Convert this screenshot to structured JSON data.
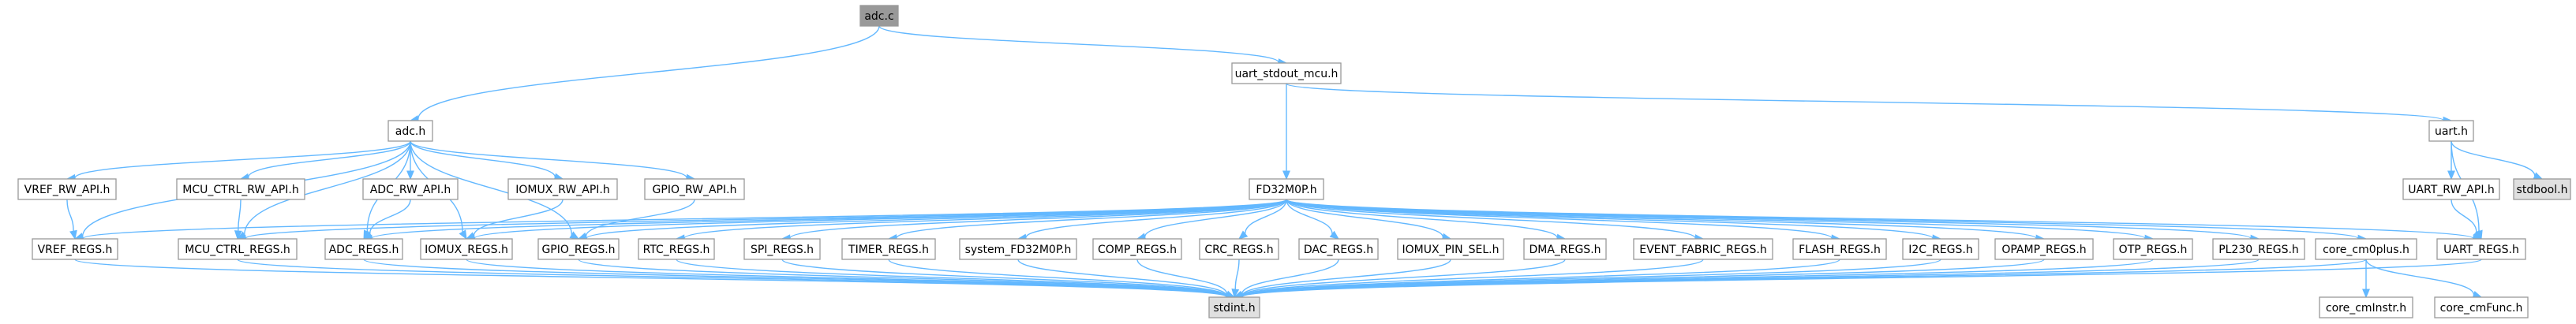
{
  "nodes": [
    {
      "id": "adc_c",
      "label": "adc.c",
      "style": "root"
    },
    {
      "id": "uart_stdout_mcu_h",
      "label": "uart_stdout_mcu.h",
      "style": "normal"
    },
    {
      "id": "adc_h",
      "label": "adc.h",
      "style": "normal"
    },
    {
      "id": "uart_h",
      "label": "uart.h",
      "style": "normal"
    },
    {
      "id": "vref_rw_api_h",
      "label": "VREF_RW_API.h",
      "style": "normal"
    },
    {
      "id": "mcu_ctrl_rw_api_h",
      "label": "MCU_CTRL_RW_API.h",
      "style": "normal"
    },
    {
      "id": "adc_rw_api_h",
      "label": "ADC_RW_API.h",
      "style": "normal"
    },
    {
      "id": "iomux_rw_api_h",
      "label": "IOMUX_RW_API.h",
      "style": "normal"
    },
    {
      "id": "gpio_rw_api_h",
      "label": "GPIO_RW_API.h",
      "style": "normal"
    },
    {
      "id": "fd32m0p_h",
      "label": "FD32M0P.h",
      "style": "normal"
    },
    {
      "id": "uart_rw_api_h",
      "label": "UART_RW_API.h",
      "style": "normal"
    },
    {
      "id": "stdbool_h",
      "label": "stdbool.h",
      "style": "missing"
    },
    {
      "id": "vref_regs_h",
      "label": "VREF_REGS.h",
      "style": "normal"
    },
    {
      "id": "mcu_ctrl_regs_h",
      "label": "MCU_CTRL_REGS.h",
      "style": "normal"
    },
    {
      "id": "adc_regs_h",
      "label": "ADC_REGS.h",
      "style": "normal"
    },
    {
      "id": "iomux_regs_h",
      "label": "IOMUX_REGS.h",
      "style": "normal"
    },
    {
      "id": "gpio_regs_h",
      "label": "GPIO_REGS.h",
      "style": "normal"
    },
    {
      "id": "rtc_regs_h",
      "label": "RTC_REGS.h",
      "style": "normal"
    },
    {
      "id": "spi_regs_h",
      "label": "SPI_REGS.h",
      "style": "normal"
    },
    {
      "id": "timer_regs_h",
      "label": "TIMER_REGS.h",
      "style": "normal"
    },
    {
      "id": "system_fd32m0p_h",
      "label": "system_FD32M0P.h",
      "style": "normal"
    },
    {
      "id": "comp_regs_h",
      "label": "COMP_REGS.h",
      "style": "normal"
    },
    {
      "id": "crc_regs_h",
      "label": "CRC_REGS.h",
      "style": "normal"
    },
    {
      "id": "dac_regs_h",
      "label": "DAC_REGS.h",
      "style": "normal"
    },
    {
      "id": "iomux_pin_sel_h",
      "label": "IOMUX_PIN_SEL.h",
      "style": "normal"
    },
    {
      "id": "dma_regs_h",
      "label": "DMA_REGS.h",
      "style": "normal"
    },
    {
      "id": "event_fabric_regs_h",
      "label": "EVENT_FABRIC_REGS.h",
      "style": "normal"
    },
    {
      "id": "flash_regs_h",
      "label": "FLASH_REGS.h",
      "style": "normal"
    },
    {
      "id": "i2c_regs_h",
      "label": "I2C_REGS.h",
      "style": "normal"
    },
    {
      "id": "opamp_regs_h",
      "label": "OPAMP_REGS.h",
      "style": "normal"
    },
    {
      "id": "otp_regs_h",
      "label": "OTP_REGS.h",
      "style": "normal"
    },
    {
      "id": "pl230_regs_h",
      "label": "PL230_REGS.h",
      "style": "normal"
    },
    {
      "id": "core_cm0plus_h",
      "label": "core_cm0plus.h",
      "style": "normal"
    },
    {
      "id": "uart_regs_h",
      "label": "UART_REGS.h",
      "style": "normal"
    },
    {
      "id": "stdint_h",
      "label": "stdint.h",
      "style": "missing"
    },
    {
      "id": "core_cminstr_h",
      "label": "core_cmInstr.h",
      "style": "normal"
    },
    {
      "id": "core_cmfunc_h",
      "label": "core_cmFunc.h",
      "style": "normal"
    }
  ],
  "edges": [
    [
      "adc_c",
      "adc_h"
    ],
    [
      "adc_c",
      "uart_stdout_mcu_h"
    ],
    [
      "uart_stdout_mcu_h",
      "fd32m0p_h"
    ],
    [
      "uart_stdout_mcu_h",
      "uart_h"
    ],
    [
      "adc_h",
      "vref_rw_api_h"
    ],
    [
      "adc_h",
      "mcu_ctrl_rw_api_h"
    ],
    [
      "adc_h",
      "adc_rw_api_h"
    ],
    [
      "adc_h",
      "iomux_rw_api_h"
    ],
    [
      "adc_h",
      "gpio_rw_api_h"
    ],
    [
      "adc_h",
      "vref_regs_h"
    ],
    [
      "adc_h",
      "mcu_ctrl_regs_h"
    ],
    [
      "adc_h",
      "adc_regs_h"
    ],
    [
      "adc_h",
      "iomux_regs_h"
    ],
    [
      "adc_h",
      "gpio_regs_h"
    ],
    [
      "uart_h",
      "uart_rw_api_h"
    ],
    [
      "uart_h",
      "stdbool_h"
    ],
    [
      "uart_h",
      "uart_regs_h"
    ],
    [
      "vref_rw_api_h",
      "vref_regs_h"
    ],
    [
      "mcu_ctrl_rw_api_h",
      "mcu_ctrl_regs_h"
    ],
    [
      "adc_rw_api_h",
      "adc_regs_h"
    ],
    [
      "iomux_rw_api_h",
      "iomux_regs_h"
    ],
    [
      "gpio_rw_api_h",
      "gpio_regs_h"
    ],
    [
      "uart_rw_api_h",
      "uart_regs_h"
    ],
    [
      "fd32m0p_h",
      "vref_regs_h"
    ],
    [
      "fd32m0p_h",
      "mcu_ctrl_regs_h"
    ],
    [
      "fd32m0p_h",
      "adc_regs_h"
    ],
    [
      "fd32m0p_h",
      "iomux_regs_h"
    ],
    [
      "fd32m0p_h",
      "gpio_regs_h"
    ],
    [
      "fd32m0p_h",
      "rtc_regs_h"
    ],
    [
      "fd32m0p_h",
      "spi_regs_h"
    ],
    [
      "fd32m0p_h",
      "timer_regs_h"
    ],
    [
      "fd32m0p_h",
      "system_fd32m0p_h"
    ],
    [
      "fd32m0p_h",
      "comp_regs_h"
    ],
    [
      "fd32m0p_h",
      "crc_regs_h"
    ],
    [
      "fd32m0p_h",
      "dac_regs_h"
    ],
    [
      "fd32m0p_h",
      "iomux_pin_sel_h"
    ],
    [
      "fd32m0p_h",
      "dma_regs_h"
    ],
    [
      "fd32m0p_h",
      "event_fabric_regs_h"
    ],
    [
      "fd32m0p_h",
      "flash_regs_h"
    ],
    [
      "fd32m0p_h",
      "i2c_regs_h"
    ],
    [
      "fd32m0p_h",
      "opamp_regs_h"
    ],
    [
      "fd32m0p_h",
      "otp_regs_h"
    ],
    [
      "fd32m0p_h",
      "pl230_regs_h"
    ],
    [
      "fd32m0p_h",
      "core_cm0plus_h"
    ],
    [
      "fd32m0p_h",
      "uart_regs_h"
    ],
    [
      "vref_regs_h",
      "stdint_h"
    ],
    [
      "mcu_ctrl_regs_h",
      "stdint_h"
    ],
    [
      "adc_regs_h",
      "stdint_h"
    ],
    [
      "iomux_regs_h",
      "stdint_h"
    ],
    [
      "gpio_regs_h",
      "stdint_h"
    ],
    [
      "rtc_regs_h",
      "stdint_h"
    ],
    [
      "spi_regs_h",
      "stdint_h"
    ],
    [
      "timer_regs_h",
      "stdint_h"
    ],
    [
      "system_fd32m0p_h",
      "stdint_h"
    ],
    [
      "comp_regs_h",
      "stdint_h"
    ],
    [
      "crc_regs_h",
      "stdint_h"
    ],
    [
      "dac_regs_h",
      "stdint_h"
    ],
    [
      "iomux_pin_sel_h",
      "stdint_h"
    ],
    [
      "dma_regs_h",
      "stdint_h"
    ],
    [
      "event_fabric_regs_h",
      "stdint_h"
    ],
    [
      "flash_regs_h",
      "stdint_h"
    ],
    [
      "i2c_regs_h",
      "stdint_h"
    ],
    [
      "opamp_regs_h",
      "stdint_h"
    ],
    [
      "otp_regs_h",
      "stdint_h"
    ],
    [
      "pl230_regs_h",
      "stdint_h"
    ],
    [
      "uart_regs_h",
      "stdint_h"
    ],
    [
      "core_cm0plus_h",
      "stdint_h"
    ],
    [
      "core_cm0plus_h",
      "core_cminstr_h"
    ],
    [
      "core_cm0plus_h",
      "core_cmfunc_h"
    ]
  ],
  "colors": {
    "edge": "#63b8ff",
    "node_border": "#999999",
    "node_fill": "#ffffff",
    "root_fill": "#999999",
    "missing_fill": "#e0e0e0"
  }
}
